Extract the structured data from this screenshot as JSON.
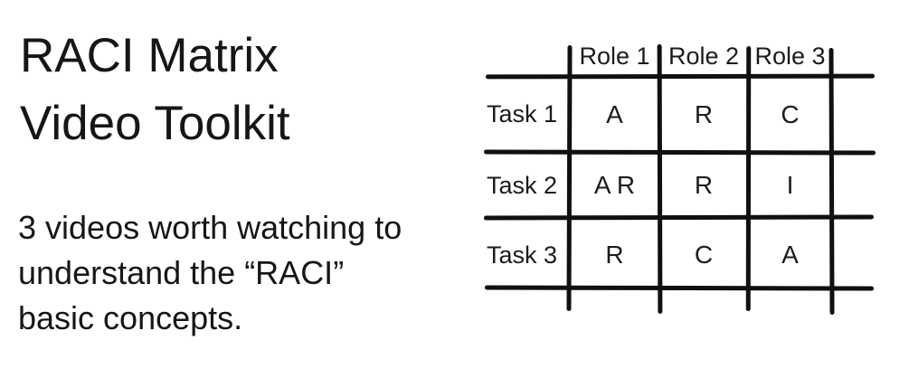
{
  "page": {
    "title": "RACI Matrix Video Toolkit",
    "description": "3 videos worth watching to understand the “RACI” basic concepts."
  },
  "matrix": {
    "column_headers": [
      "Role 1",
      "Role 2",
      "Role 3"
    ],
    "rows": [
      {
        "label": "Task 1",
        "cells": [
          "A",
          "R",
          "C"
        ]
      },
      {
        "label": "Task 2",
        "cells": [
          "A R",
          "R",
          "I"
        ]
      },
      {
        "label": "Task 3",
        "cells": [
          "R",
          "C",
          "A"
        ]
      }
    ]
  },
  "colors": {
    "background": "#ffffff",
    "text": "#161616",
    "table_line": "#101010"
  }
}
